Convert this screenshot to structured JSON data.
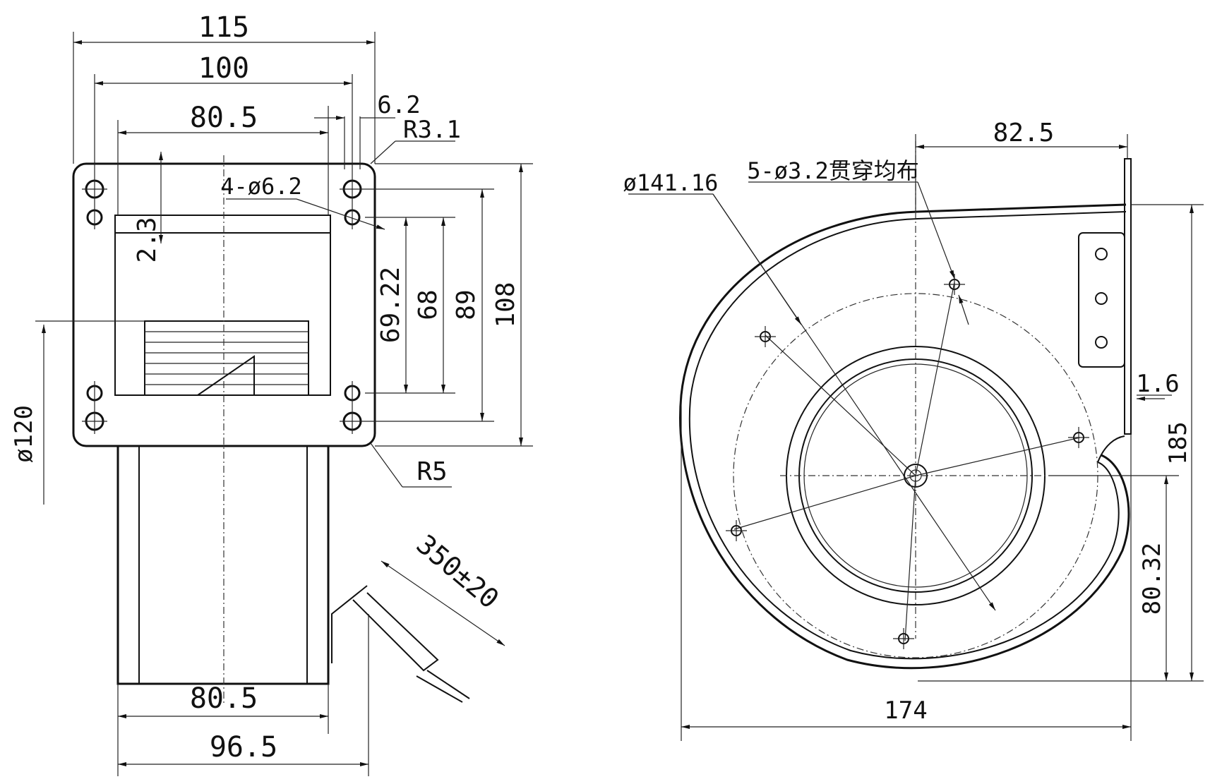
{
  "dimensions": {
    "width_115": "115",
    "width_100": "100",
    "width_80_5_top": "80.5",
    "thickness_6_2": "6.2",
    "radius_3_1": "R3.1",
    "holes_4x6_2": "4-ø6.2",
    "offset_2_3": "2.3",
    "height_69_22": "69.22",
    "height_68": "68",
    "height_89": "89",
    "height_108": "108",
    "diameter_120": "ø120",
    "radius_5": "R5",
    "cable_350": "350±20",
    "width_80_5_bottom": "80.5",
    "width_96_5": "96.5",
    "pitch_diameter": "ø141.16",
    "holes_5x3_2": "5-ø3.2贯穿均布",
    "offset_82_5": "82.5",
    "flange_1_6": "1.6",
    "height_185": "185",
    "height_80_32": "80.32",
    "width_174": "174"
  }
}
